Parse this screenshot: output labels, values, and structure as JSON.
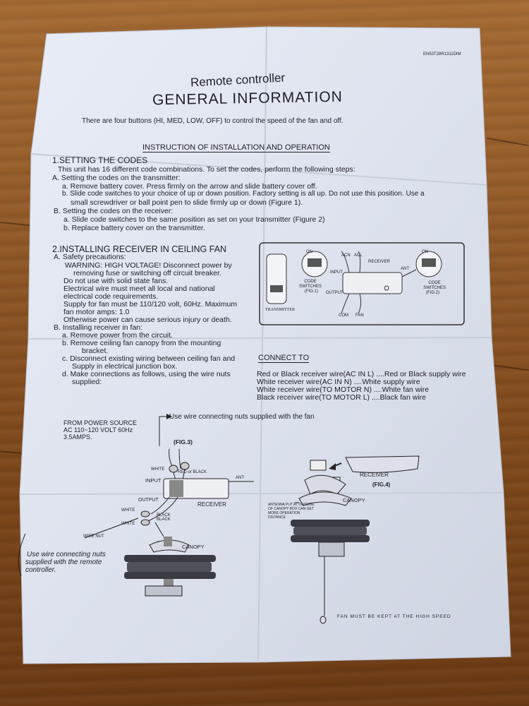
{
  "doc_code": "EN53T28R1311DIM",
  "title_small": "Remote controller",
  "title_big": "GENERAL INFORMATION",
  "intro": "There are four buttons (HI, MED, LOW, OFF) to control the speed of the fan and off.",
  "section_heading": "INSTRUCTION OF INSTALLATION AND OPERATION",
  "s1": {
    "heading": "1.SETTING THE CODES",
    "lines": [
      "This unit has 16 different code combinations. To set the codes, perform the following steps:",
      "A. Setting the codes on the transmitter:",
      "a. Remove battery cover. Press firmly on the arrow and slide battery cover off.",
      "b. Slide code switches to your choice of up or down position. Factory setting is all up. Do not use this position. Use a",
      "small screwdriver or ball point pen to slide firmly up or down (Figure 1).",
      "B. Setting the codes on the receiver:",
      "a. Slide code switches to the same position as set on your transmitter (Figure 2)",
      "b. Replace battery cover on the transmitter."
    ]
  },
  "s2": {
    "heading": "2.INSTALLING RECEIVER IN CEILING FAN",
    "lines": [
      "A. Safety precautions:",
      "WARNING: HIGH VOLTAGE!  Disconnect power by",
      "removing fuse or switching off circuit breaker.",
      "Do not use with solid state fans.",
      "Electrical wire must meet all local and national",
      "electrical code requirements.",
      "Supply for fan must be 110/120 volt, 60Hz. Maximum",
      "fan motor amps: 1.0",
      "Otherwise power can cause serious injury or death.",
      "B. Installing receiver in fan:",
      "a. Remove power from the circuit.",
      "b. Remove ceiling fan canopy from the mounting",
      "bracket.",
      "c. Disconnect existing wiring between ceiling fan and",
      "Supply in electrical junction box.",
      "d. Make connections as follows, using the wire nuts",
      "supplied:"
    ]
  },
  "connect": {
    "heading": "CONNECT   TO",
    "lines": [
      "Red or Black receiver wire(AC IN L) ....Red or Black  supply wire",
      "White receiver wire(AC IN N) ....White supply wire",
      "White receiver wire(TO MOTOR N) ....White fan wire",
      "Black receiver wire(TO MOTOR L) ....Black fan wire"
    ]
  },
  "fig_box": {
    "on1": "ON",
    "on2": "ON",
    "code_switches_1": "CODE SWITCHES",
    "code_switches_2": "CODE SWITCHES",
    "fig1": "(FIG.1)",
    "fig2": "(FIG.2)",
    "transmitter": "TRANSMITTER",
    "acn": "ACN",
    "acl": "ACL",
    "receiver": "RECEIVER",
    "ant": "ANT",
    "input": "INPUT",
    "output": "OUTPUT",
    "com": "COM",
    "fan": "FAN"
  },
  "fig3": {
    "power_source": [
      "FROM POWER SOURCE",
      "AC 110~120 VOLT 60Hz",
      "3.5AMPS."
    ],
    "arrow_note": "Use wire connecting nuts supplied  with the fan",
    "label": "(FIG.3)",
    "white": "WHITE",
    "red_or_black": "RED or BLACK",
    "input": "INPUT",
    "ant": "ANT",
    "output": "OUTPUT",
    "receiver": "RECEIVER",
    "white2": "WHITE",
    "black": "BLACK",
    "white3": "WHITE",
    "black2": "BLACK",
    "wire_nut": "WIRE NUT",
    "canopy": "CANOPY",
    "handnote": [
      "Use wire connecting nuts",
      "supplied with the remote",
      "controller."
    ]
  },
  "fig4": {
    "receiver": "RECEIVER",
    "label": "(FIG.4)",
    "canopy": "CANOPY",
    "antenna_note": [
      "ANTENNA PUT AT OUTSIDE",
      "OF CANOPY BOX CAN GET",
      "MORE OPERATION",
      "DISTANCE"
    ],
    "fan_speed": "FAN MUST BE KEPT AT THE HIGH SPEED"
  }
}
